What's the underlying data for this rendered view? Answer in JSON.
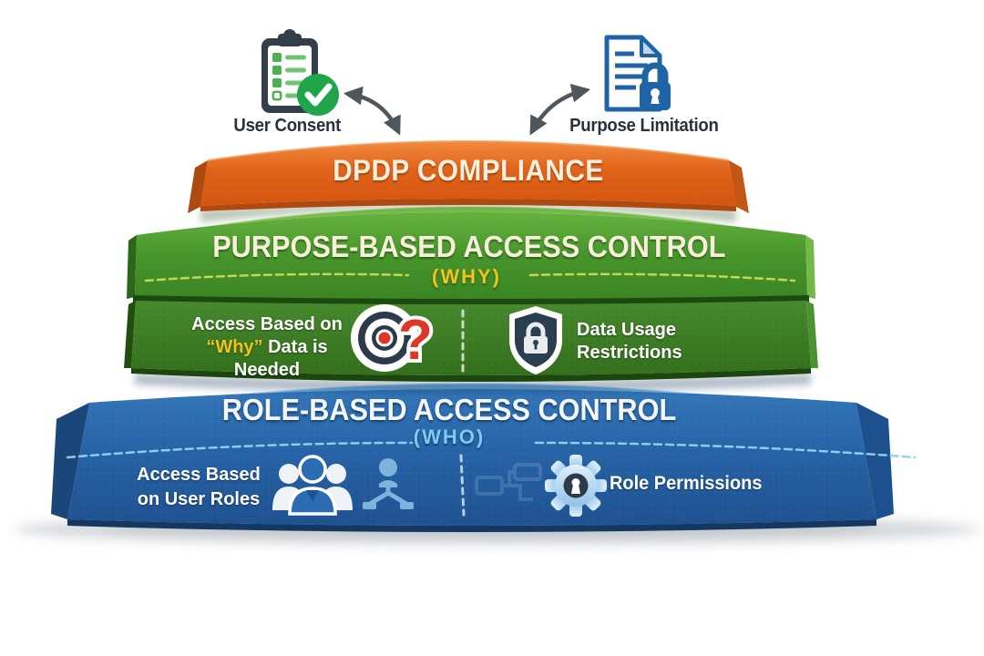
{
  "top_annotations": {
    "user_consent": "User Consent",
    "purpose_limitation": "Purpose Limitation"
  },
  "banner": {
    "title": "DPDP COMPLIANCE",
    "color": "#E2661C"
  },
  "purpose": {
    "title": "PURPOSE-BASED ACCESS CONTROL",
    "subtitle": "(WHY)",
    "color": "#4A9A2D",
    "left": {
      "line1": "Access Based on",
      "highlight": "“Why”",
      "rest": " Data is Needed"
    },
    "right": {
      "line1": "Data Usage",
      "line2": "Restrictions"
    }
  },
  "role": {
    "title": "ROLE-BASED ACCESS CONTROL",
    "subtitle": "(WHO)",
    "color": "#2765A8",
    "left": {
      "line1": "Access Based",
      "line2": "on User Roles"
    },
    "right": {
      "label": "Role Permissions"
    }
  },
  "icons": {
    "user_consent": "clipboard-checklist-icon",
    "purpose_limitation": "document-lock-icon",
    "purpose_left": "target-question-icon",
    "question_mark": "?",
    "purpose_right": "shield-lock-icon",
    "role_left_group": "user-group-icon",
    "role_left_chart": "org-chart-icon",
    "role_right": "gear-keyhole-icon",
    "role_watermark": "flowchart-watermark-icon"
  },
  "colors": {
    "orange": "#E2661C",
    "green": "#4A9A2D",
    "green_dark": "#35741F",
    "blue": "#2765A8",
    "yellow": "#F2C31A",
    "light_blue": "#7ECBF2",
    "cream": "#F9EFDC",
    "label_navy": "#28323C",
    "arrow_gray": "#4F565C"
  }
}
